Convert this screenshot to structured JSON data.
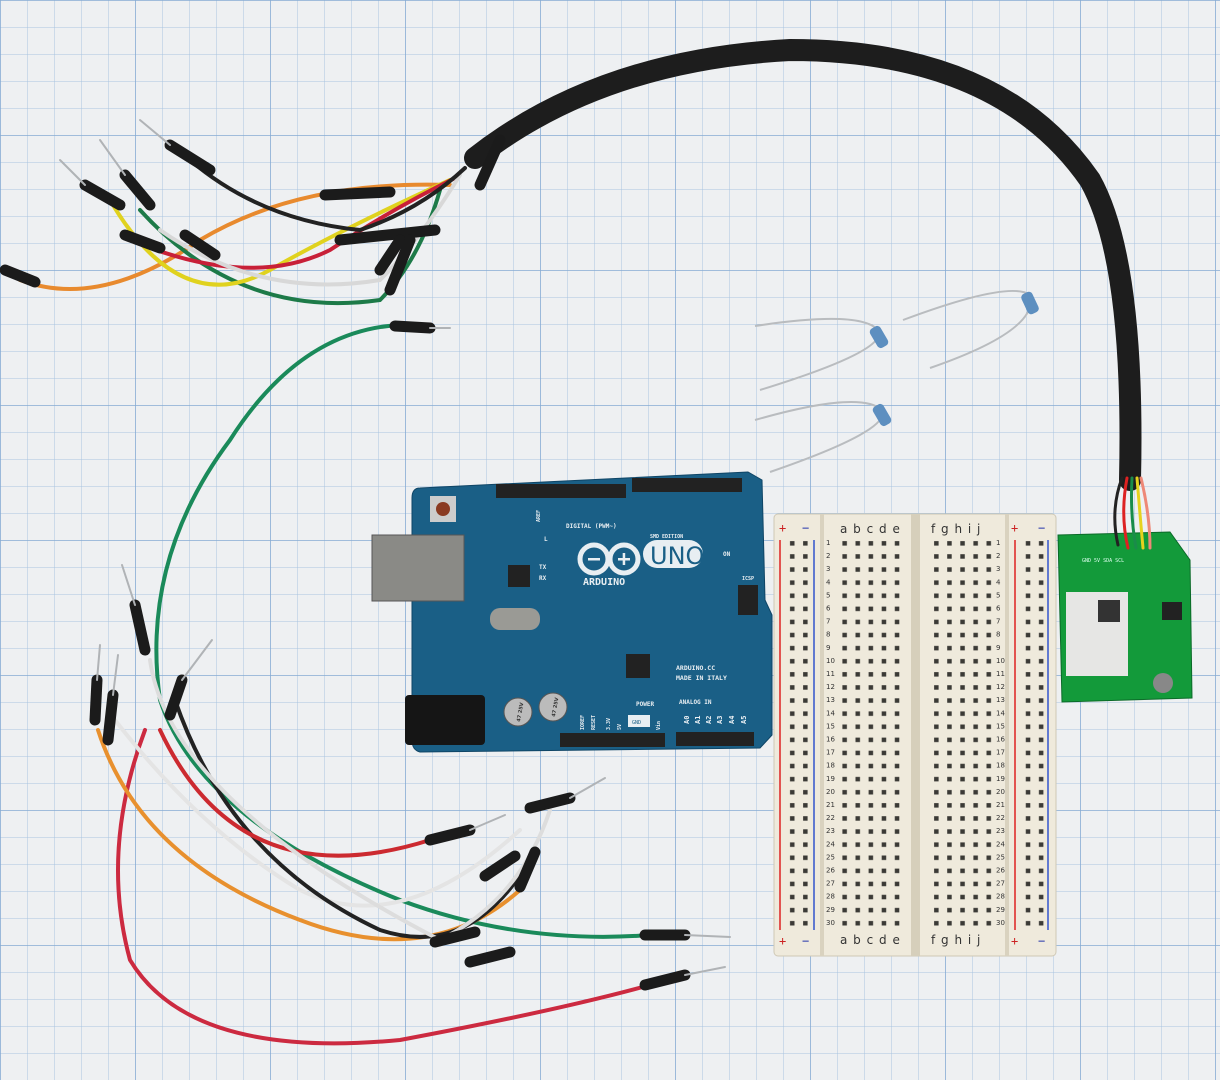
{
  "arduino": {
    "brand": "ARDUINO",
    "model": "UNO",
    "edition": "SMD EDITION",
    "url": "ARDUINO.CC",
    "origin": "MADE IN ITALY",
    "digital_label": "DIGITAL (PWM~)",
    "power_label": "POWER",
    "analog_label": "ANALOG IN",
    "on_label": "ON",
    "icsp_label": "ICSP",
    "reset_label": "RESET",
    "tx_label": "TX",
    "rx_label": "RX",
    "l_label": "L",
    "aref_label": "AREF",
    "gnd_label": "GND",
    "power_pins": [
      "IOREF",
      "RESET",
      "3.3V",
      "5V",
      "GND",
      "Vin"
    ],
    "analog_pins": [
      "A0",
      "A1",
      "A2",
      "A3",
      "A4",
      "A5"
    ],
    "capacitor_label": "47 25V",
    "board_color": "#1a5f86"
  },
  "breadboard": {
    "columns_left": "a b c d e",
    "columns_right": "f g h i j",
    "plus": "+",
    "minus": "−",
    "rows": [
      1,
      2,
      3,
      4,
      5,
      6,
      7,
      8,
      9,
      10,
      11,
      12,
      13,
      14,
      15,
      16,
      17,
      18,
      19,
      20,
      21,
      22,
      23,
      24,
      25,
      26,
      27,
      28,
      29,
      30
    ],
    "body_color": "#efeadc"
  },
  "gps_module": {
    "pin_labels": "GND 5V SDA SCL",
    "board_color": "#139a3a"
  },
  "background": {
    "paper_color": "#eef0f2",
    "grid_color": "#8fb3d8"
  }
}
